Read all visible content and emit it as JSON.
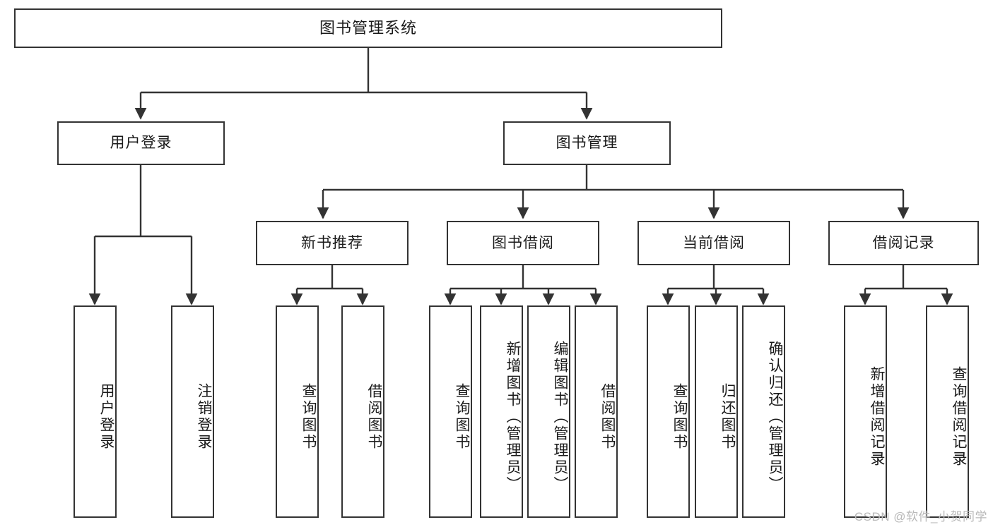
{
  "diagram": {
    "type": "tree-hierarchy",
    "title": "图书管理系统",
    "watermark": "CSDN @软件_小贺同学",
    "colors": {
      "stroke": "#333333",
      "background": "#ffffff",
      "text": "#1a1a1a",
      "watermark": "#b9b9b9"
    },
    "levels": {
      "root": {
        "label": "图书管理系统"
      },
      "level2": [
        {
          "id": "user-login",
          "label": "用户登录"
        },
        {
          "id": "book-management",
          "label": "图书管理"
        }
      ],
      "level3": [
        {
          "id": "new-book-recommend",
          "label": "新书推荐",
          "parent": "book-management"
        },
        {
          "id": "book-borrow",
          "label": "图书借阅",
          "parent": "book-management"
        },
        {
          "id": "current-borrow",
          "label": "当前借阅",
          "parent": "book-management"
        },
        {
          "id": "borrow-record",
          "label": "借阅记录",
          "parent": "book-management"
        }
      ],
      "leaves": [
        {
          "id": "leaf-user-login",
          "label": "用户登录",
          "parent": "user-login"
        },
        {
          "id": "leaf-user-logout",
          "label": "注销登录",
          "parent": "user-login"
        },
        {
          "id": "leaf-query-book-1",
          "label": "查询图书",
          "parent": "new-book-recommend"
        },
        {
          "id": "leaf-borrow-book-1",
          "label": "借阅图书",
          "parent": "new-book-recommend"
        },
        {
          "id": "leaf-query-book-2",
          "label": "查询图书",
          "parent": "book-borrow"
        },
        {
          "id": "leaf-add-book",
          "label": "新增图书（管理员）",
          "parent": "book-borrow"
        },
        {
          "id": "leaf-edit-book",
          "label": "编辑图书（管理员）",
          "parent": "book-borrow"
        },
        {
          "id": "leaf-borrow-book-2",
          "label": "借阅图书",
          "parent": "book-borrow"
        },
        {
          "id": "leaf-query-book-3",
          "label": "查询图书",
          "parent": "current-borrow"
        },
        {
          "id": "leaf-return-book",
          "label": "归还图书",
          "parent": "current-borrow"
        },
        {
          "id": "leaf-confirm-return",
          "label": "确认归还（管理员）",
          "parent": "current-borrow"
        },
        {
          "id": "leaf-add-record",
          "label": "新增借阅记录",
          "parent": "borrow-record"
        },
        {
          "id": "leaf-query-record",
          "label": "查询借阅记录",
          "parent": "borrow-record"
        }
      ]
    }
  }
}
